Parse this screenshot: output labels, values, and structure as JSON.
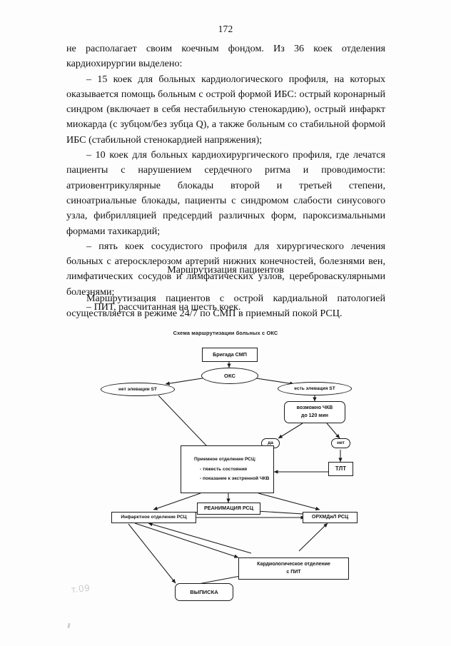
{
  "page": {
    "number": "172"
  },
  "body": {
    "paragraphs": [
      "не располагает своим коечным фондом. Из 36 коек отделения кардиохирургии выделено:",
      "– 15 коек для больных кардиологического профиля, на которых оказывается помощь больным с острой формой ИБС: острый коронарный синдром (включает в себя нестабильную стенокардию), острый инфаркт миокарда (с зубцом/без зубца Q), а также больным со стабильной формой ИБС (стабильной стенокардией напряжения);",
      "– 10 коек для больных кардиохирургического профиля, где лечатся пациенты с нарушением сердечного ритма и проводимости: атриовентрикулярные блокады второй и третьей степени, синоатриальные блокады, пациенты с синдромом слабости синусового узла, фибрилляцией предсердий различных форм, пароксизмальными формами тахикардий;",
      "– пять коек сосудистого профиля для хирургического лечения больных с атеросклерозом артерий нижних конечностей, болезнями вен, лимфатических сосудов и лимфатических узлов, цереброваскулярными болезнями;",
      "– ПИТ, рассчитанная на шесть коек."
    ],
    "section_heading": "Маршрутизация пациентов",
    "section_paragraph": "Маршрутизация пациентов с острой кардиальной патологией осуществляется в режиме 24/7 по СМП в приемный покой РСЦ."
  },
  "diagram": {
    "title": "Схема маршрутизации больных с ОКС",
    "nodes": {
      "brigade": "Бригада СМП",
      "oks": "ОКС",
      "no_elevation": "нет элевации ST",
      "yes_elevation": "есть элевация ST",
      "pci_possible_l1": "возможно ЧКВ",
      "pci_possible_l2": "до 120 мин",
      "yes": "да",
      "no": "нет",
      "tlt": "ТЛТ",
      "admission_l1": "Приемное отделение РСЦ:",
      "admission_l2": "- тяжесть состояния",
      "admission_l3": "- показание к экстренной ЧКВ",
      "resuscitation": "РЕАНИМАЦИЯ РСЦ",
      "infarction_dept": "Инфарктное отделение РСЦ",
      "orhmdil": "ОРХМДиЛ РСЦ",
      "cardio_dept_l1": "Кардиологическое отделение",
      "cardio_dept_l2": "с ПИТ",
      "discharge": "ВЫПИСКА"
    }
  },
  "artifacts": {
    "smudge": "т.09"
  }
}
